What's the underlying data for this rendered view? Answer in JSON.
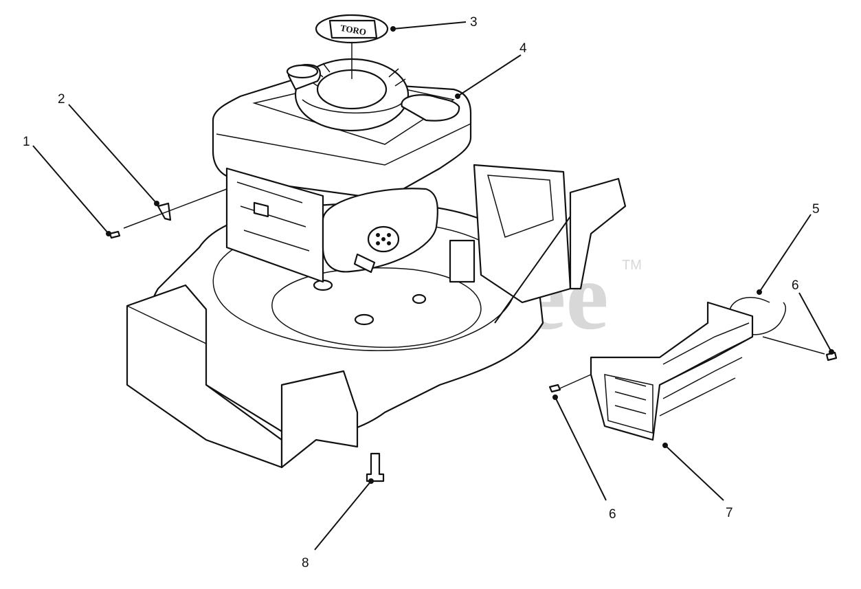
{
  "watermark": {
    "brand": "PartsTree",
    "trademark": "TM"
  },
  "decal": {
    "text": "TORO"
  },
  "callouts": [
    {
      "id": "1",
      "label": "1"
    },
    {
      "id": "2",
      "label": "2"
    },
    {
      "id": "3",
      "label": "3"
    },
    {
      "id": "4",
      "label": "4"
    },
    {
      "id": "5",
      "label": "5"
    },
    {
      "id": "6a",
      "label": "6"
    },
    {
      "id": "6b",
      "label": "6"
    },
    {
      "id": "7",
      "label": "7"
    },
    {
      "id": "8",
      "label": "8"
    }
  ]
}
